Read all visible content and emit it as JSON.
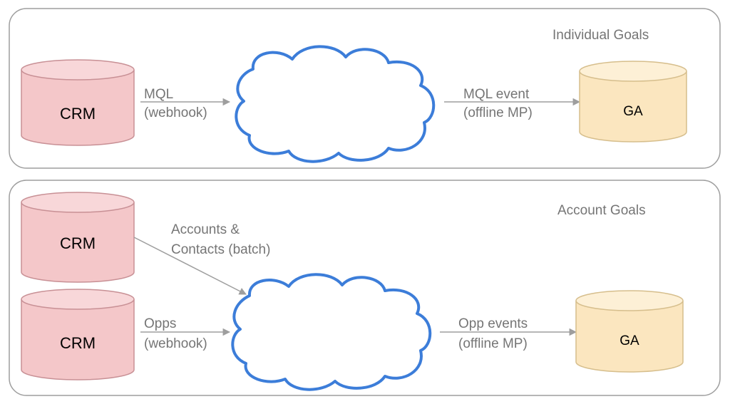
{
  "colors": {
    "panel_border": "#9e9e9e",
    "crm_fill": "#f4c7c9",
    "crm_top": "#f8d7d9",
    "crm_stroke": "#c89095",
    "ga_fill": "#fbe6bf",
    "ga_top": "#fdf0d6",
    "ga_stroke": "#d6be8c",
    "cloud_stroke": "#3c7dd9",
    "arrow": "#9e9e9e",
    "label_text": "#757575"
  },
  "panels": [
    {
      "title": "Individual Goals",
      "sources": [
        {
          "label": "CRM",
          "arrow_label": [
            "MQL",
            "(webhook)"
          ]
        }
      ],
      "output": {
        "label": [
          "MQL event",
          "(offline MP)"
        ]
      },
      "destination": {
        "label": "GA"
      }
    },
    {
      "title": "Account Goals",
      "sources": [
        {
          "label": "CRM",
          "arrow_label": [
            "Accounts &",
            "Contacts (batch)"
          ]
        },
        {
          "label": "CRM",
          "arrow_label": [
            "Opps",
            "(webhook)"
          ]
        }
      ],
      "output": {
        "label": [
          "Opp events",
          "(offline MP)"
        ]
      },
      "destination": {
        "label": "GA"
      }
    }
  ]
}
